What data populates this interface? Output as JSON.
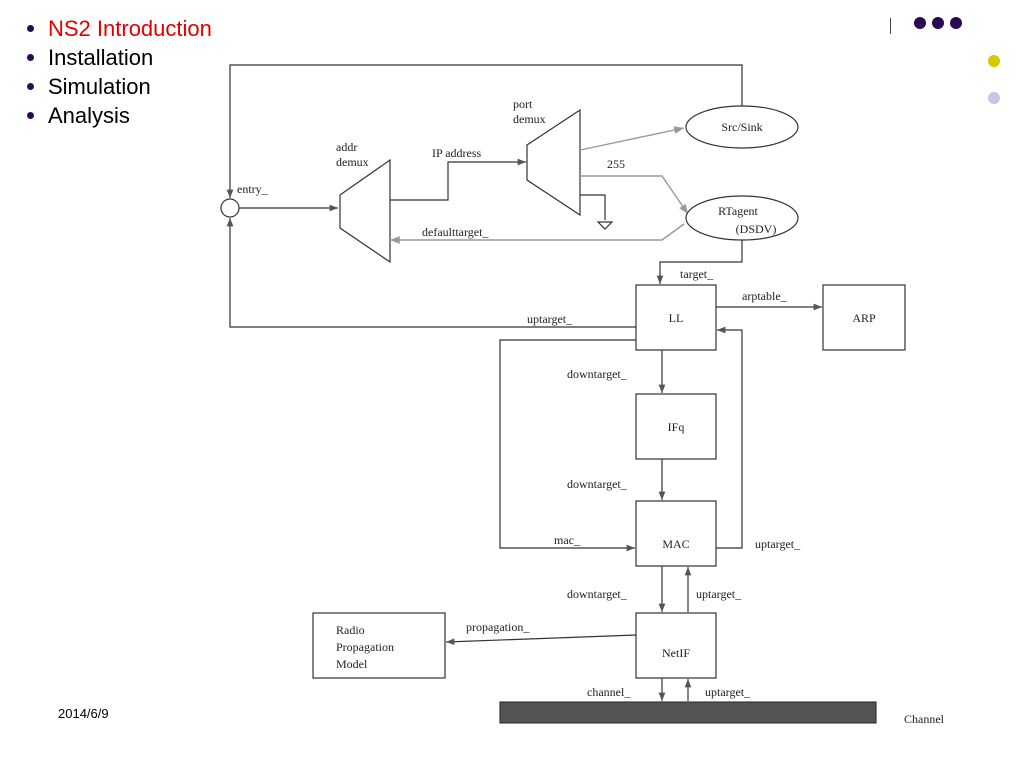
{
  "nav": {
    "items": [
      {
        "label": "NS2 Introduction",
        "active": true
      },
      {
        "label": "Installation",
        "active": false
      },
      {
        "label": "Simulation",
        "active": false
      },
      {
        "label": "Analysis",
        "active": false
      }
    ]
  },
  "footer": {
    "date": "2014/6/9"
  },
  "colors": {
    "accent_dark": "#2a0a55",
    "accent_yellow": "#d8c800",
    "accent_lavender": "#c8c4e4",
    "active_text": "#e00000"
  },
  "diagram": {
    "addr_demux": [
      "addr",
      "demux"
    ],
    "port_demux": [
      "port",
      "demux"
    ],
    "entry": "entry_",
    "ip_address": "IP address",
    "defaulttarget": "defaulttarget_",
    "src_sink": "Src/Sink",
    "num_255": "255",
    "rtagent": [
      "RTagent",
      "(DSDV)"
    ],
    "target": "target_",
    "ll": "LL",
    "arptable": "arptable_",
    "arp": "ARP",
    "uptarget_ll": "uptarget_",
    "downtarget_1": "downtarget_",
    "ifq": "IFq",
    "downtarget_2": "downtarget_",
    "mac_link": "mac_",
    "mac": "MAC",
    "uptarget_mac": "uptarget_",
    "downtarget_3": "downtarget_",
    "uptarget_netif": "uptarget_",
    "propagation": "propagation_",
    "radio_model": [
      "Radio",
      "Propagation",
      "Model"
    ],
    "netif": "NetIF",
    "channel_link": "channel_",
    "uptarget_channel": "uptarget_",
    "channel": "Channel"
  }
}
